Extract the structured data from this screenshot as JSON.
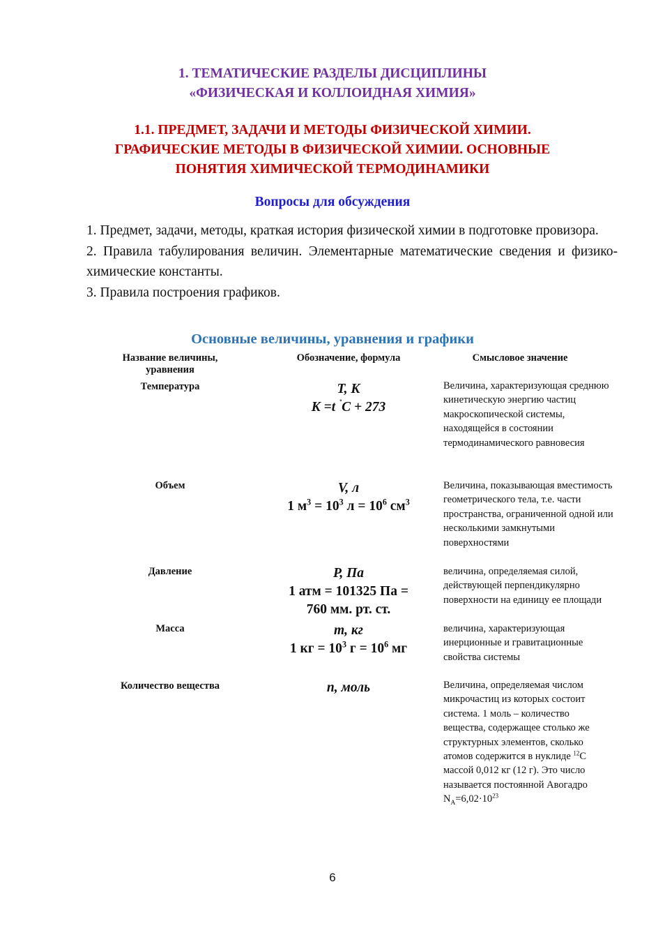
{
  "title": {
    "line1": "1. ТЕМАТИЧЕСКИЕ РАЗДЕЛЫ ДИСЦИПЛИНЫ",
    "line2": "«ФИЗИЧЕСКАЯ И КОЛЛОИДНАЯ ХИМИЯ»"
  },
  "section": {
    "line1": "1.1. ПРЕДМЕТ, ЗАДАЧИ И МЕТОДЫ ФИЗИЧЕСКОЙ ХИМИИ.",
    "line2": "ГРАФИЧЕСКИЕ МЕТОДЫ В ФИЗИЧЕСКОЙ ХИМИИ. ОСНОВНЫЕ",
    "line3": "ПОНЯТИЯ ХИМИЧЕСКОЙ ТЕРМОДИНАМИКИ"
  },
  "questions_heading": "Вопросы для обсуждения",
  "questions": [
    "1. Предмет, задачи, методы, краткая история физической химии в подготовке провизора.",
    "2. Правила табулирования величин. Элементарные математические сведения и физико-химические константы.",
    "3. Правила построения графиков."
  ],
  "table_heading": "Основные величины, уравнения и графики",
  "table": {
    "headers": [
      "Название величины, уравнения",
      "Обозначение, формула",
      "Смысловое значение"
    ],
    "rows": [
      {
        "name": "Температура",
        "symbol": "T, K",
        "formula_a": "K =t ",
        "formula_deg": "˚",
        "formula_b": "C + 273",
        "meaning": "Величина, характеризующая среднюю кинетическую энергию частиц макроскопической системы, находящейся в состоянии термодинамического равновесия"
      },
      {
        "name": "Объем",
        "symbol": "V, л",
        "f1": "1 м",
        "e1": "3",
        "f2": " = 10",
        "e2": "3",
        "f3": " л = 10",
        "e3": "6",
        "f4": " см",
        "e4": "3",
        "meaning": "Величина, показывающая вместимость геометрического тела, т.е. части пространства, ограниченной одной или несколькими замкнутыми поверхностями"
      },
      {
        "name": "Давление",
        "symbol": "P, Па",
        "formula_1": "1 атм = 101325 Па =",
        "formula_2": "760 мм. рт. ст.",
        "meaning": "величина, определяемая силой, действующей перпендикулярно поверхности на единицу ее площади"
      },
      {
        "name": "Масса",
        "symbol": "m, кг",
        "f1": "1 кг = 10",
        "e1": "3",
        "f2": " г = 10",
        "e2": "6",
        "f3": " мг",
        "meaning": "величина, характеризующая инерционные и гравитационные свойства системы"
      },
      {
        "name": "Количество вещества",
        "symbol": "n, моль",
        "meaning_a": "Величина, определяемая числом микрочастиц из которых состоит система. 1 моль – количество вещества, содержащее столько же структурных элементов, сколько атомов содержится в нуклиде ",
        "meaning_sup": "12",
        "meaning_b": "С массой 0,012 кг (12 г). Это число называется постоянной Авогадро",
        "na_n": "N",
        "na_sub": "A",
        "na_val": "=6,02·10",
        "na_exp": "23"
      }
    ]
  },
  "page_number": "6"
}
